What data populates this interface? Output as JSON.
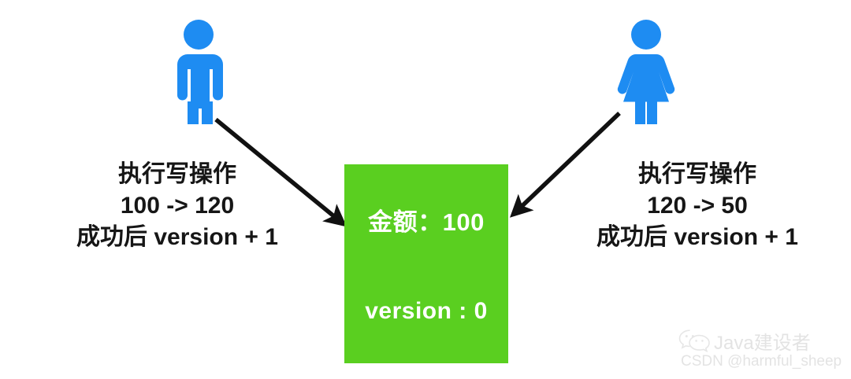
{
  "diagram": {
    "title": "optimistic-lock-concurrent-write",
    "background_color": "#ffffff",
    "figure_color": "#1E8CF2",
    "box_color": "#5ACF20",
    "text_color": "#161616",
    "arrow_color": "#111111"
  },
  "actors": [
    {
      "id": "left-actor",
      "icon": "male-person-icon",
      "gender": "male"
    },
    {
      "id": "right-actor",
      "icon": "female-person-icon",
      "gender": "female"
    }
  ],
  "annotations": {
    "left": {
      "line1": "执行写操作",
      "line2": "100 -> 120",
      "line3": "成功后 version + 1"
    },
    "right": {
      "line1": "执行写操作",
      "line2": "120 -> 50",
      "line3": "成功后 version + 1"
    }
  },
  "record_box": {
    "amount_label": "金额：100",
    "version_label": "version : 0"
  },
  "watermark": {
    "icon": "wechat-icon",
    "brand": "Java建设者",
    "credit": "CSDN @harmful_sheep"
  }
}
